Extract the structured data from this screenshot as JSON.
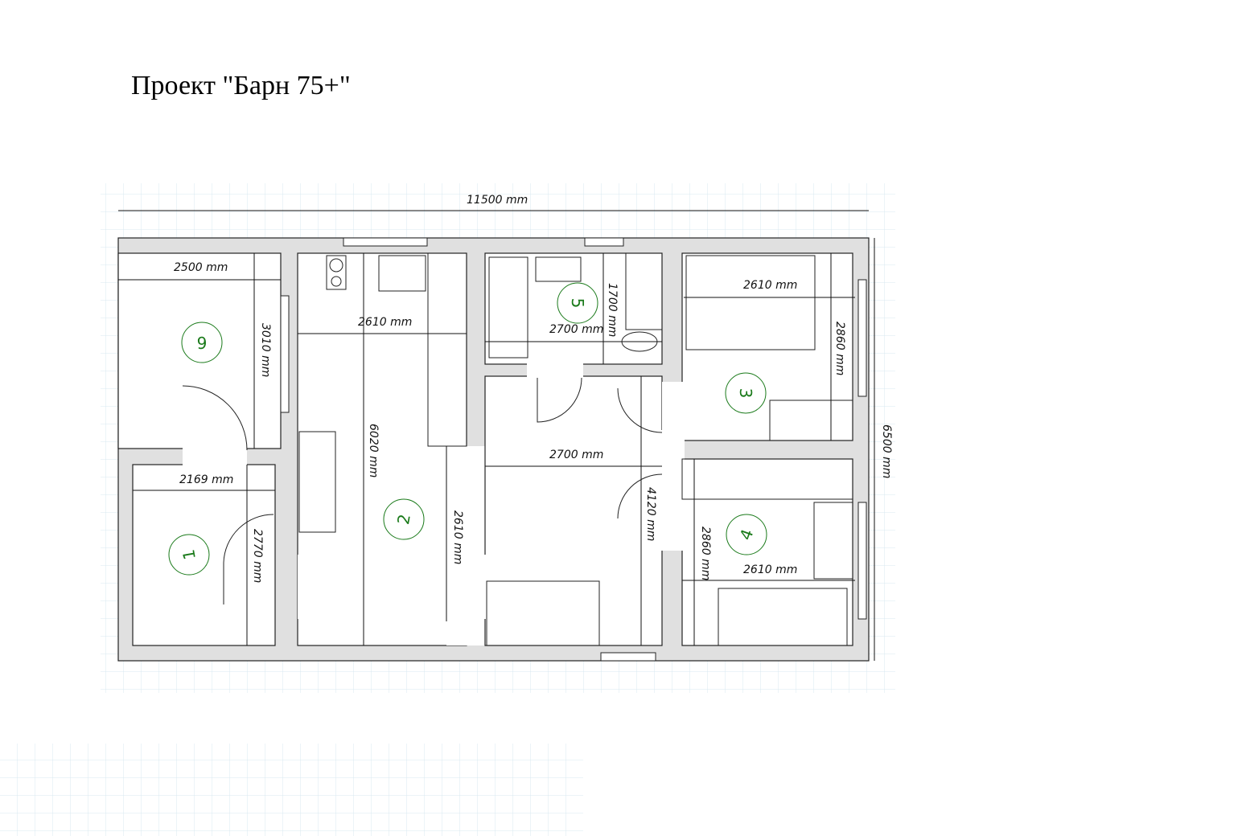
{
  "title": "Проект \"Барн 75+\"",
  "dimensions": {
    "overall_width": "11500 mm",
    "overall_height": "6500 mm",
    "room6_width": "2500 mm",
    "room6_height": "3010 mm",
    "kitchen_width": "2610 mm",
    "kitchen_length": "6020 mm",
    "bath_width": "2700 mm",
    "bath_height": "1700 mm",
    "room3_width": "2610 mm",
    "room3_height": "2860 mm",
    "room1_width": "2169 mm",
    "room1_height": "2770 mm",
    "hall_width": "2700 mm",
    "hall_height": "4120 mm",
    "living_height": "2610 mm",
    "room4_width": "2610 mm",
    "room4_height": "2860 mm"
  },
  "rooms": [
    "1",
    "2",
    "3",
    "4",
    "5",
    "6"
  ],
  "colors": {
    "wall": "#e0e0e0",
    "grid": "#d8e8f0",
    "label": "#1a7a1a"
  }
}
